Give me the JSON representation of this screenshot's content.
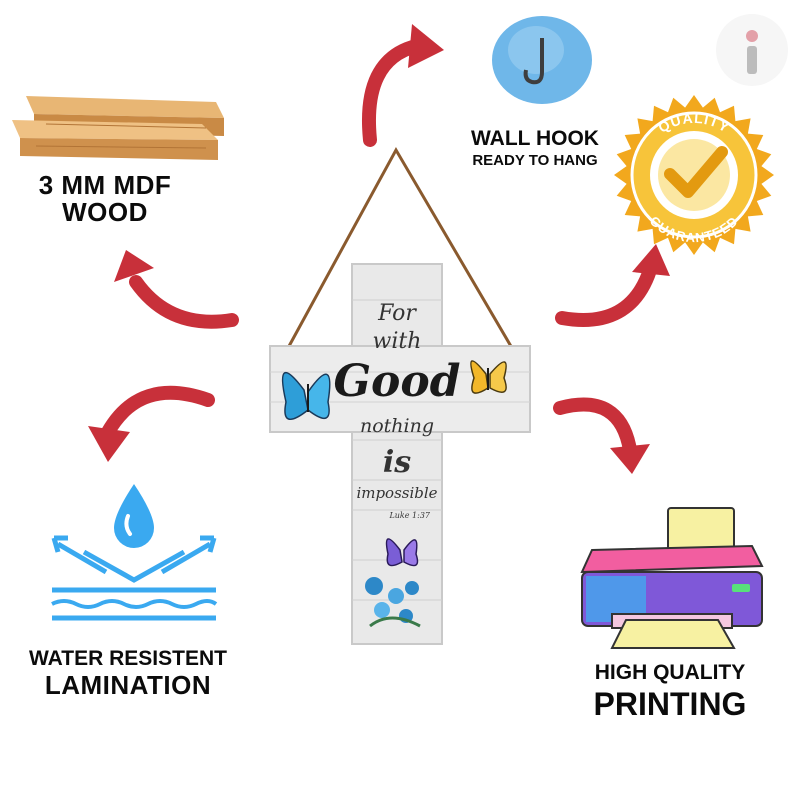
{
  "features": {
    "mdf": {
      "line1": "3 MM MDF",
      "line2": "WOOD",
      "icon": "wood-planks-icon"
    },
    "hook": {
      "line1": "WALL HOOK",
      "line2": "READY TO HANG",
      "icon": "wall-hook-icon"
    },
    "quality": {
      "top": "QUALITY",
      "bottom": "GUARANTEED",
      "icon": "quality-badge-icon"
    },
    "water": {
      "line1": "WATER RESISTENT",
      "line2": "LAMINATION",
      "icon": "water-drop-icon"
    },
    "printing": {
      "line1": "HIGH QUALITY",
      "line2": "PRINTING",
      "icon": "printer-icon"
    }
  },
  "product": {
    "verse": [
      "For",
      "with",
      "Good",
      "nothing",
      "is",
      "impossible"
    ],
    "reference": "Luke 1:37"
  },
  "brand": {
    "logo": "i"
  },
  "colors": {
    "arrow": "#c8303a",
    "wood": "#d9a15e",
    "badge": "#f2a81d",
    "water": "#3aa9f0",
    "hook": "#6fb7e9"
  }
}
